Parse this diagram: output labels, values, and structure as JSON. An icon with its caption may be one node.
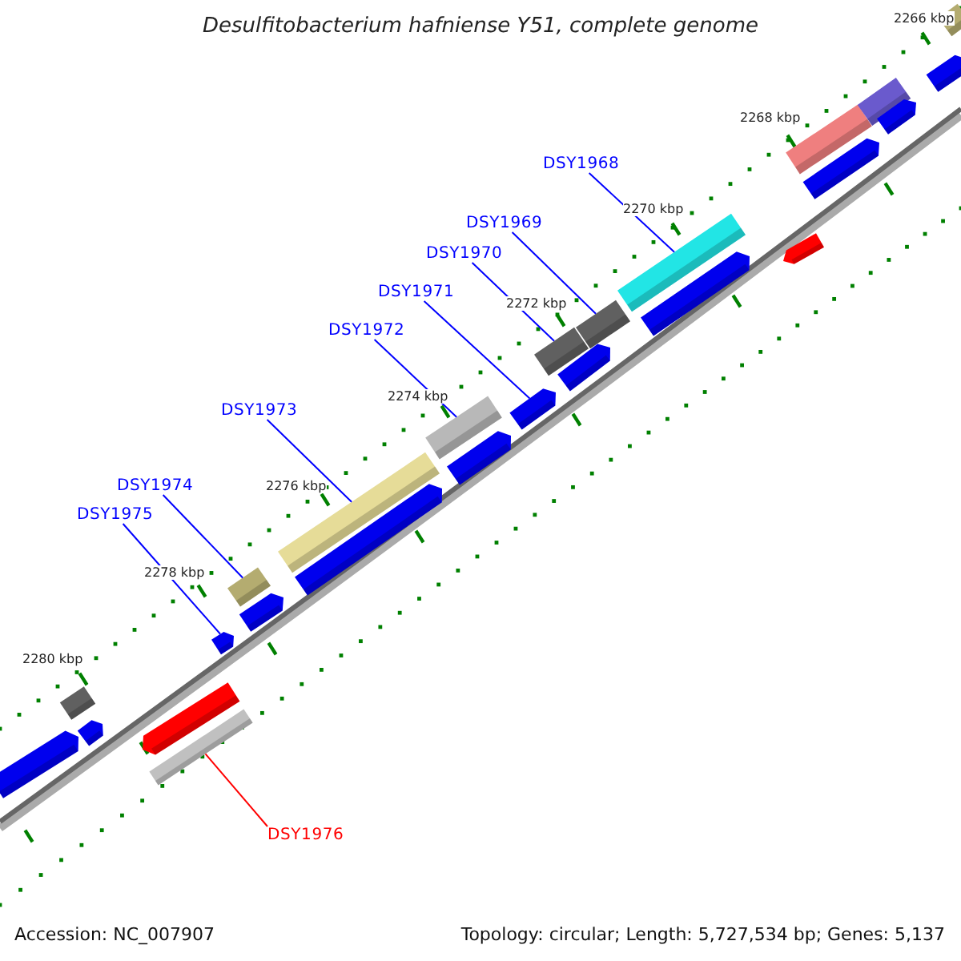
{
  "diagram": {
    "title": "Desulfitobacterium hafniense Y51, complete genome",
    "nodes": [
      {
        "text": [
          "DSY1968"
        ]
      },
      {
        "text": [
          "DSY1969"
        ]
      },
      {
        "text": [
          "DSY1970"
        ]
      },
      {
        "text": [
          "DSY1971"
        ]
      },
      {
        "text": [
          "DSY1972"
        ]
      },
      {
        "text": [
          "DSY1973"
        ]
      },
      {
        "text": [
          "DSY1974"
        ]
      },
      {
        "text": [
          "DSY1975"
        ]
      },
      {
        "text": [
          "DSY1976"
        ]
      },
      {
        "text": [],
        "shape": "bar"
      },
      {
        "text": [],
        "shape": "bar"
      },
      {
        "text": [],
        "shape": "bar"
      },
      {
        "text": [],
        "shape": "arrow"
      },
      {
        "text": [],
        "shape": "bar"
      },
      {
        "text": [],
        "shape": "bar"
      },
      {
        "text": [],
        "shape": "bar"
      },
      {
        "text": [],
        "shape": "arrow"
      },
      {
        "text": [],
        "shape": "bar"
      },
      {
        "text": [],
        "shape": "arrow"
      },
      {
        "text": [],
        "shape": "arrow"
      },
      {
        "text": [],
        "shape": "arrow"
      },
      {
        "text": [],
        "shape": "arrow"
      },
      {
        "text": [],
        "shape": "arrow"
      },
      {
        "text": [],
        "shape": "bar"
      },
      {
        "text": [],
        "shape": "arrow"
      },
      {
        "text": [],
        "shape": "arrow"
      },
      {
        "text": [],
        "shape": "arrow"
      },
      {
        "text": [],
        "shape": "arrow"
      },
      {
        "text": [],
        "shape": "bar"
      },
      {
        "text": [],
        "shape": "bar"
      },
      {
        "text": [],
        "shape": "arrow"
      },
      {
        "text": [],
        "shape": "arrow"
      },
      {
        "text": [],
        "shape": "arrow"
      },
      {
        "text": [],
        "shape": "bar"
      }
    ],
    "edges": [
      {
        "from": 0,
        "to": 9,
        "arrow": "none"
      },
      {
        "from": 1,
        "to": 10,
        "arrow": "none"
      },
      {
        "from": 2,
        "to": 11,
        "arrow": "none"
      },
      {
        "from": 3,
        "to": 12,
        "arrow": "none"
      },
      {
        "from": 4,
        "to": 13,
        "arrow": "none"
      },
      {
        "from": 5,
        "to": 14,
        "arrow": "none"
      },
      {
        "from": 6,
        "to": 15,
        "arrow": "none"
      },
      {
        "from": 7,
        "to": 16,
        "arrow": "none"
      },
      {
        "from": 8,
        "to": 17,
        "arrow": "none",
        "color": "#ff0000"
      }
    ],
    "labels": [
      "2266 kbp",
      "2268 kbp",
      "2270 kbp",
      "2272 kbp",
      "2274 kbp",
      "2276 kbp",
      "2278 kbp",
      "2280 kbp",
      "Accession: NC_007907",
      "Topology: circular; Length: 5,727,534 bp; Genes: 5,137"
    ]
  }
}
